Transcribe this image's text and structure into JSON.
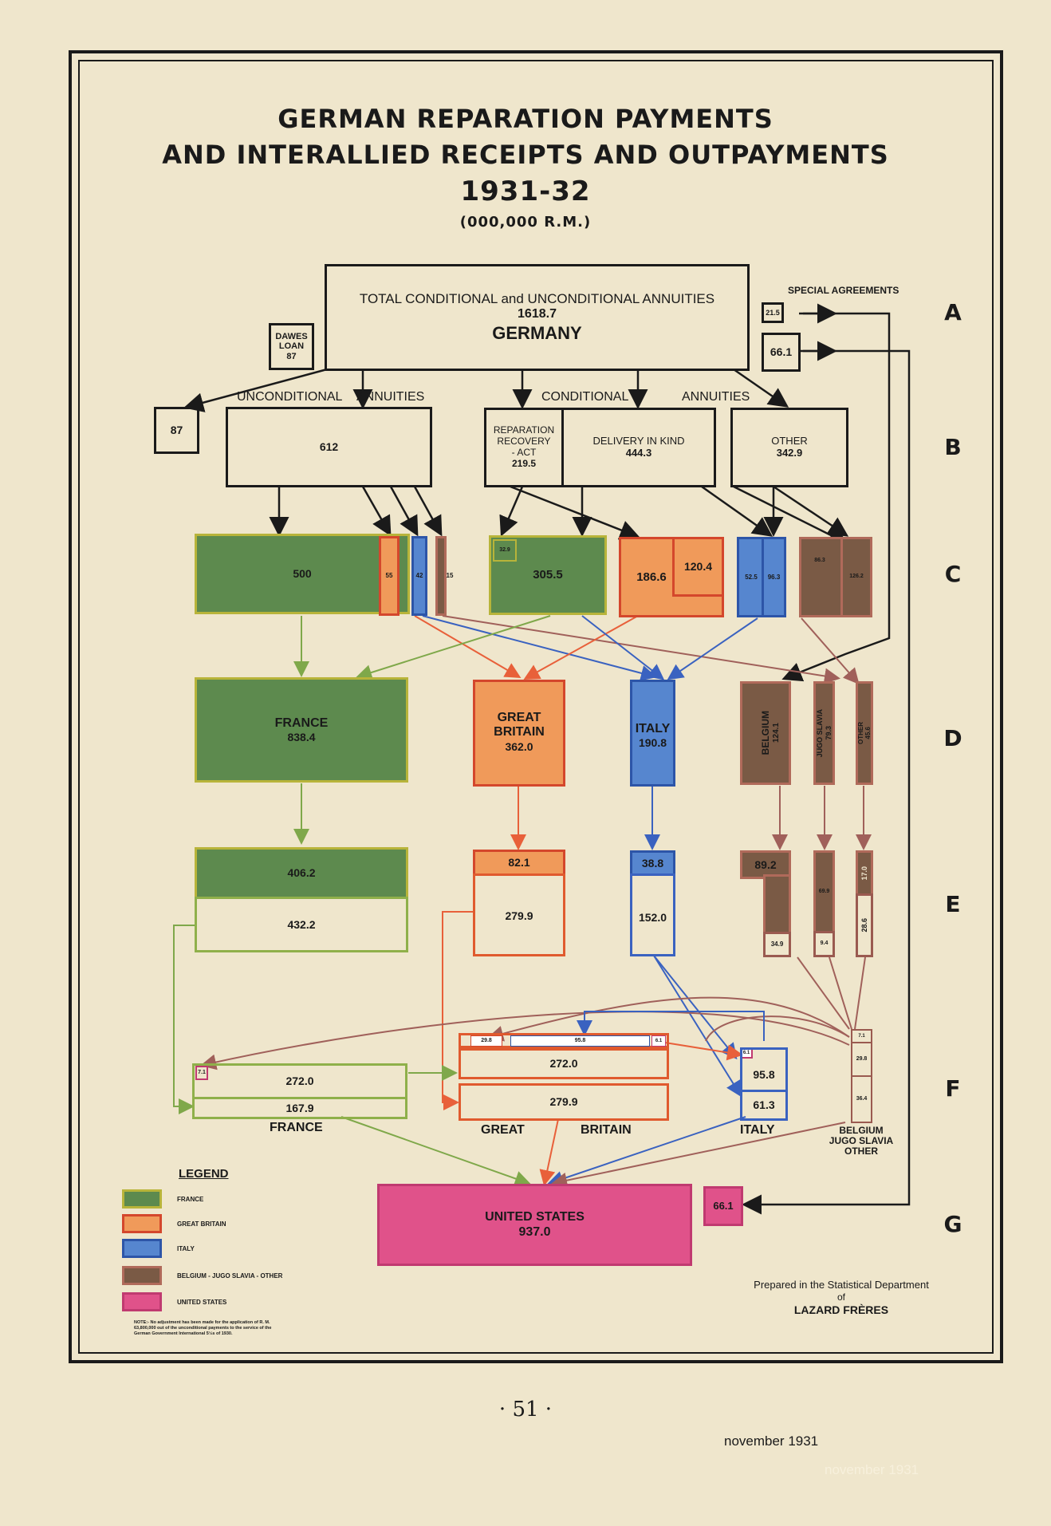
{
  "title": {
    "line1": "GERMAN REPARATION PAYMENTS",
    "line2": "AND INTERALLIED RECEIPTS AND OUTPAYMENTS",
    "line3": "1931-32",
    "units": "(000,000 R.M.)"
  },
  "top": {
    "total_label": "TOTAL CONDITIONAL and UNCONDITIONAL ANNUITIES",
    "total_value": "1618.7",
    "germany": "GERMANY",
    "dawes_line1": "DAWES",
    "dawes_line2": "LOAN",
    "dawes_value": "87",
    "special_agreements": "SPECIAL AGREEMENTS",
    "special_a": "21.5",
    "special_b": "66.1"
  },
  "annuities": {
    "unconditional": "UNCONDITIONAL",
    "annuities_word": "ANNUITIES",
    "conditional": "CONDITIONAL",
    "dawes_out": "87",
    "unconditional_value": "612",
    "rra_line1": "REPARATION",
    "rra_line2": "RECOVERY",
    "rra_line3": "- ACT",
    "rra_value": "219.5",
    "delivery_label": "DELIVERY IN KIND",
    "delivery_value": "444.3",
    "other_label": "OTHER",
    "other_value": "342.9"
  },
  "row_c": {
    "france_main": "500",
    "gb_small": "55",
    "italy_small": "42",
    "belgium_small": "15",
    "france_rra": "32.9",
    "france_cond": "305.5",
    "gb_a": "186.6",
    "gb_b": "120.4",
    "italy_a": "52.5",
    "italy_b": "96.3",
    "belg_a": "86.3",
    "belg_b": "126.2"
  },
  "row_d": {
    "france_name": "FRANCE",
    "france_value": "838.4",
    "gb_name1": "GREAT",
    "gb_name2": "BRITAIN",
    "gb_value": "362.0",
    "italy_name": "ITALY",
    "italy_value": "190.8",
    "belgium": "BELGIUM",
    "belgium_value": "124.1",
    "jugo": "JUGO SLAVIA",
    "jugo_value": "79.3",
    "other": "OTHER",
    "other_value": "45.6"
  },
  "row_e": {
    "france_top": "406.2",
    "france_bottom": "432.2",
    "gb_top": "82.1",
    "gb_bottom": "279.9",
    "italy_top": "38.8",
    "italy_bottom": "152.0",
    "belg_top": "89.2",
    "belg_bottom": "34.9",
    "jugo_top": "69.9",
    "jugo_bottom": "9.4",
    "other_top": "17.0",
    "other_bottom": "28.6"
  },
  "row_f": {
    "france_small": "7.1",
    "france_a": "272.0",
    "france_b": "167.9",
    "france_name": "FRANCE",
    "gb_s1": "29.8",
    "gb_s2": "95.8",
    "gb_s3": "6.1",
    "gb_a": "272.0",
    "gb_b": "279.9",
    "gb_name1": "GREAT",
    "gb_name2": "BRITAIN",
    "italy_small": "6.1",
    "italy_a": "95.8",
    "italy_b": "61.3",
    "italy_name": "ITALY",
    "bjo_top": "7.1",
    "bjo_mid": "29.8",
    "bjo_bot": "36.4",
    "bjo_name1": "BELGIUM",
    "bjo_name2": "JUGO SLAVIA",
    "bjo_name3": "OTHER"
  },
  "row_g": {
    "us_name": "UNITED STATES",
    "us_value": "937.0",
    "us_special": "66.1"
  },
  "row_letters": [
    "A",
    "B",
    "C",
    "D",
    "E",
    "F",
    "G"
  ],
  "legend": {
    "title": "LEGEND",
    "items": [
      "FRANCE",
      "GREAT BRITAIN",
      "ITALY",
      "BELGIUM - JUGO SLAVIA - OTHER",
      "UNITED STATES"
    ],
    "note": "NOTE:- No adjustment has been made for the application of R. M. 63,800,000 out of the unconditional payments to the service of the German Government International 5½s of 1930."
  },
  "credit": {
    "line1": "Prepared in the Statistical Department",
    "line2": "of",
    "line3": "LAZARD FRÈRES"
  },
  "page_number": "· 51 ·",
  "footer_date": "november 1931",
  "footer_date_faint": "november 1931",
  "colors": {
    "france": "#5d8a4e",
    "great_britain": "#f09a5a",
    "italy": "#5686cf",
    "belgium_jugo_other": "#7a5a45",
    "united_states": "#e0528a",
    "paper": "#efe6cc"
  }
}
